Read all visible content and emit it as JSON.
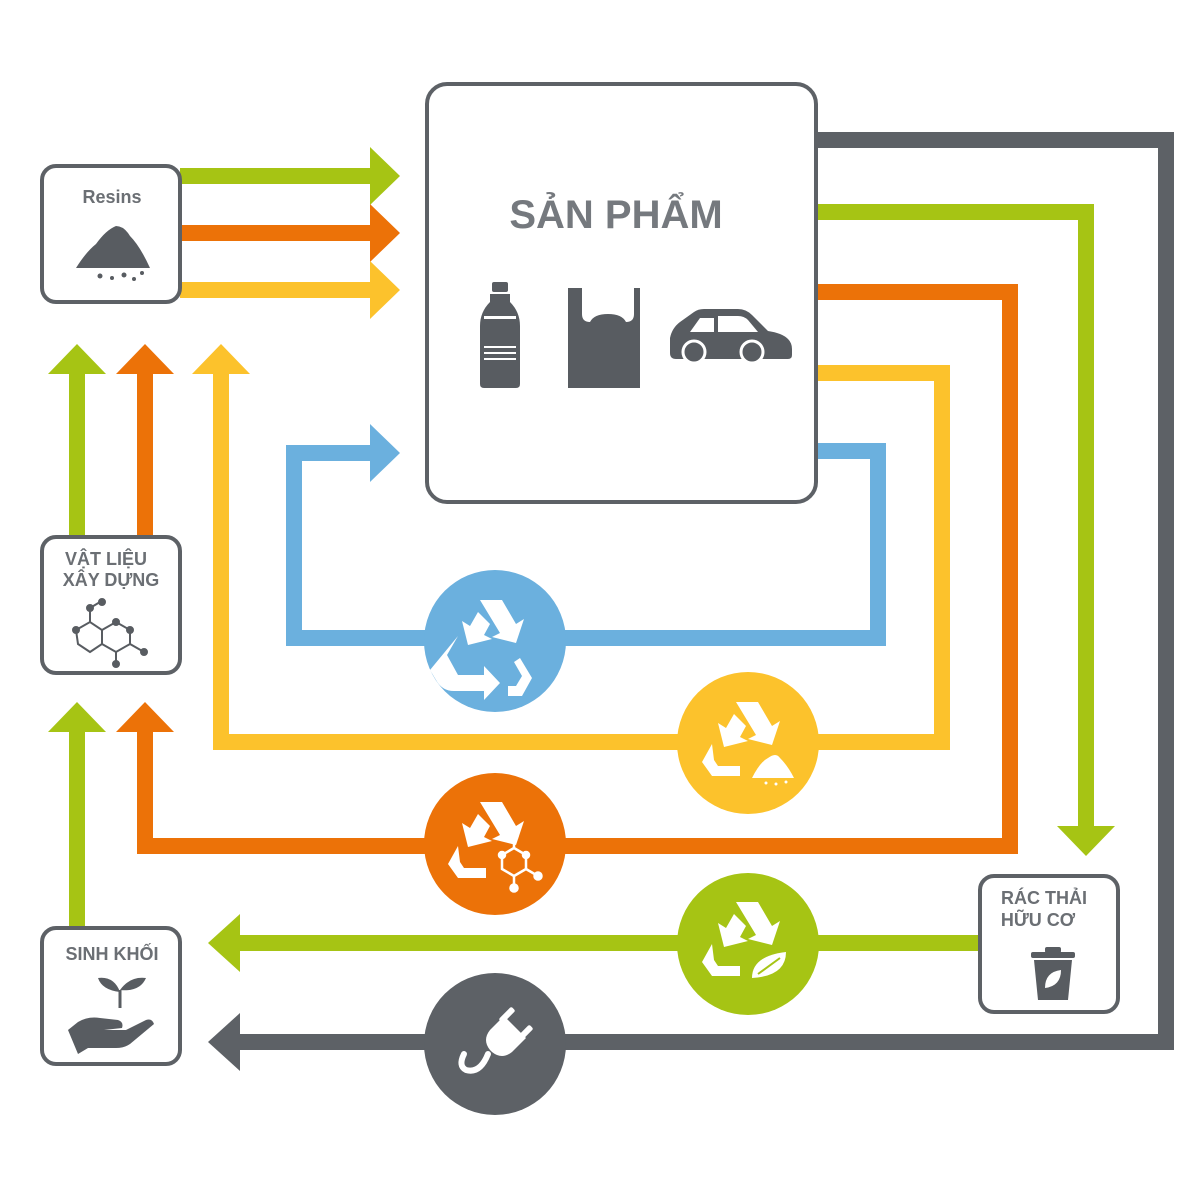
{
  "colors": {
    "green": "#a6c414",
    "orange": "#ec7208",
    "yellow": "#fcc22c",
    "blue": "#6bb0de",
    "dark": "#5d6166"
  },
  "nodes": {
    "products": {
      "title": "SẢN PHẨM",
      "icons": [
        "bottle-icon",
        "plastic-bag-icon",
        "car-icon"
      ]
    },
    "resins": {
      "label": "Resins",
      "icon": "powder-pile-icon"
    },
    "building": {
      "line1": "VẬT LIỆU",
      "line2": "XÂY DỰNG",
      "icon": "molecule-icon"
    },
    "biomass": {
      "label": "SINH KHỐI",
      "icon": "hand-sprout-icon"
    },
    "organic": {
      "line1": "RÁC THẢI",
      "line2": "HỮU CƠ",
      "icon": "trash-bin-icon"
    }
  },
  "processes": [
    {
      "name": "mechanical-recycling",
      "icon": "recycle-icon",
      "color": "#6bb0de"
    },
    {
      "name": "powder-recycling",
      "icon": "recycle-powder-icon",
      "color": "#fcc22c"
    },
    {
      "name": "chemical-recycling",
      "icon": "recycle-chemical-icon",
      "color": "#ec7208"
    },
    {
      "name": "organic-recycling",
      "icon": "recycle-leaf-icon",
      "color": "#a6c414"
    },
    {
      "name": "energy-recovery",
      "icon": "power-plug-icon",
      "color": "#5d6166"
    }
  ]
}
